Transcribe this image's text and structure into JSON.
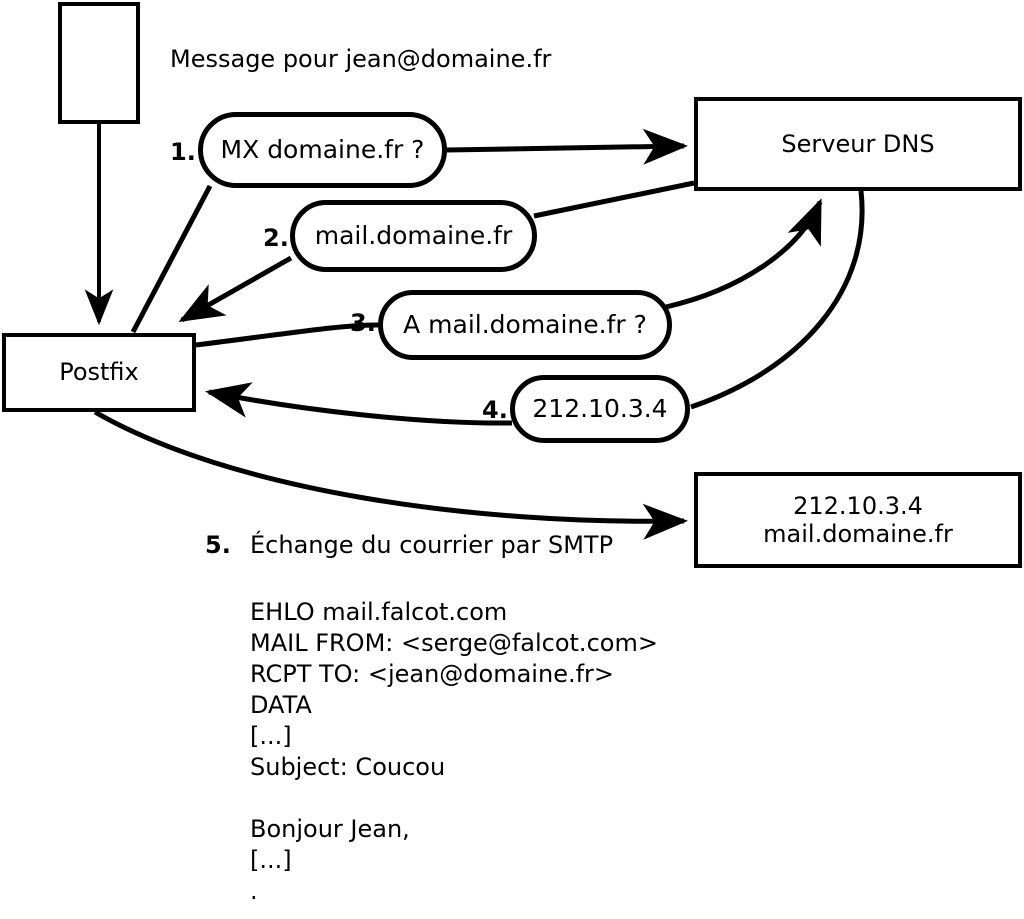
{
  "diagram": {
    "title_text": "Message pour jean@domaine.fr",
    "stroke_color": "#000000",
    "background_color": "#ffffff",
    "nodes": {
      "mail_client": {
        "label": ""
      },
      "postfix": {
        "label": "Postfix"
      },
      "dns_server": {
        "label": "Serveur DNS"
      },
      "target_server": {
        "label": "212.10.3.4\nmail.domaine.fr"
      }
    },
    "steps": [
      {
        "num": "1.",
        "label": "MX domaine.fr ?"
      },
      {
        "num": "2.",
        "label": "mail.domaine.fr"
      },
      {
        "num": "3.",
        "label": "A mail.domaine.fr ?"
      },
      {
        "num": "4.",
        "label": "212.10.3.4"
      }
    ],
    "step5": {
      "num": "5.",
      "label": "Échange du courrier par SMTP"
    },
    "smtp_transcript": "EHLO mail.falcot.com\nMAIL FROM: <serge@falcot.com>\nRCPT TO: <jean@domaine.fr>\nDATA\n[...]\nSubject: Coucou\n\nBonjour Jean,\n[...]\n."
  }
}
